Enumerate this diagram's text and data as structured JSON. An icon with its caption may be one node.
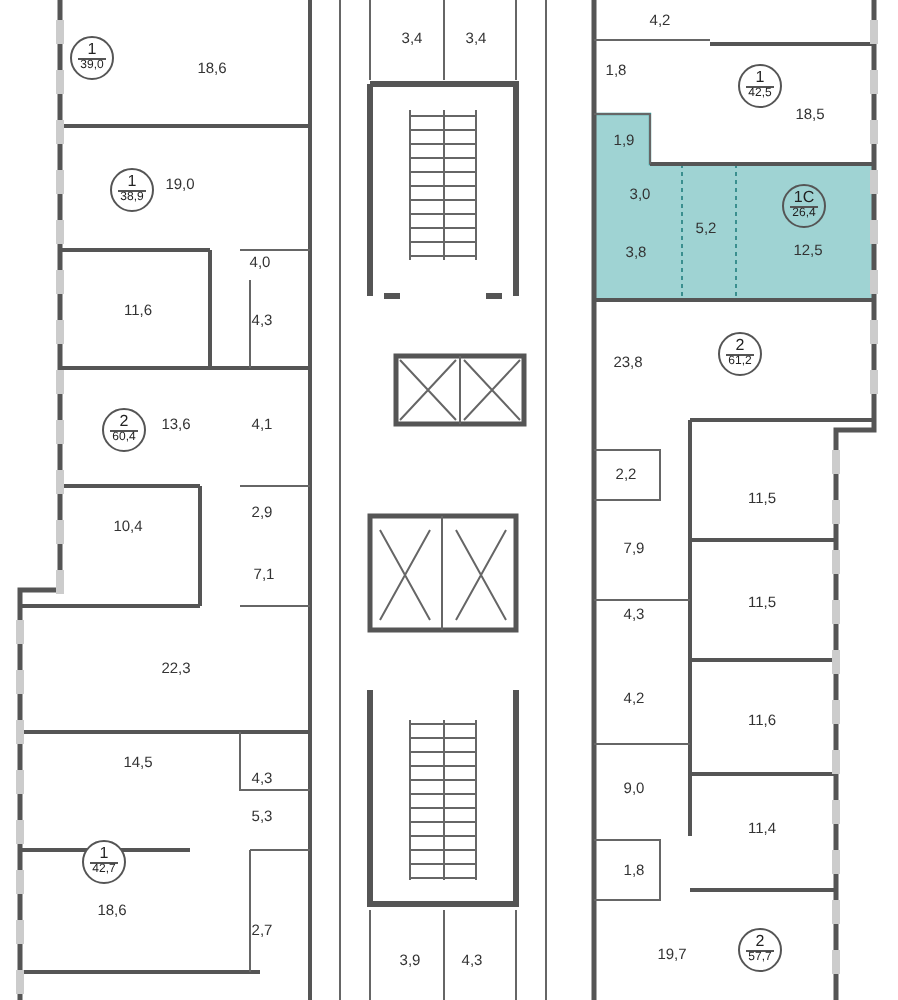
{
  "diagram": {
    "nodes": [
      {
        "text": [
          "1",
          "39,0"
        ]
      },
      {
        "text": [
          "1",
          "38,9"
        ]
      },
      {
        "text": [
          "2",
          "60,4"
        ]
      },
      {
        "text": [
          "1",
          "42,7"
        ]
      },
      {
        "text": [
          "1",
          "42,5"
        ]
      },
      {
        "text": [
          "1С",
          "26,4"
        ]
      },
      {
        "text": [
          "2",
          "61,2"
        ]
      },
      {
        "text": [
          "2",
          "57,7"
        ]
      }
    ],
    "labels": [
      "4,2",
      "3,4",
      "3,4",
      "18,6",
      "1,8",
      "18,5",
      "1,9",
      "19,0",
      "3,0",
      "5,2",
      "3,8",
      "12,5",
      "4,0",
      "11,6",
      "4,3",
      "23,8",
      "13,6",
      "4,1",
      "2,2",
      "11,5",
      "2,9",
      "10,4",
      "7,9",
      "7,1",
      "11,5",
      "4,3",
      "22,3",
      "4,2",
      "11,6",
      "14,5",
      "4,3",
      "9,0",
      "5,3",
      "11,4",
      "1,8",
      "18,6",
      "2,7",
      "19,7",
      "3,9",
      "4,3"
    ]
  }
}
